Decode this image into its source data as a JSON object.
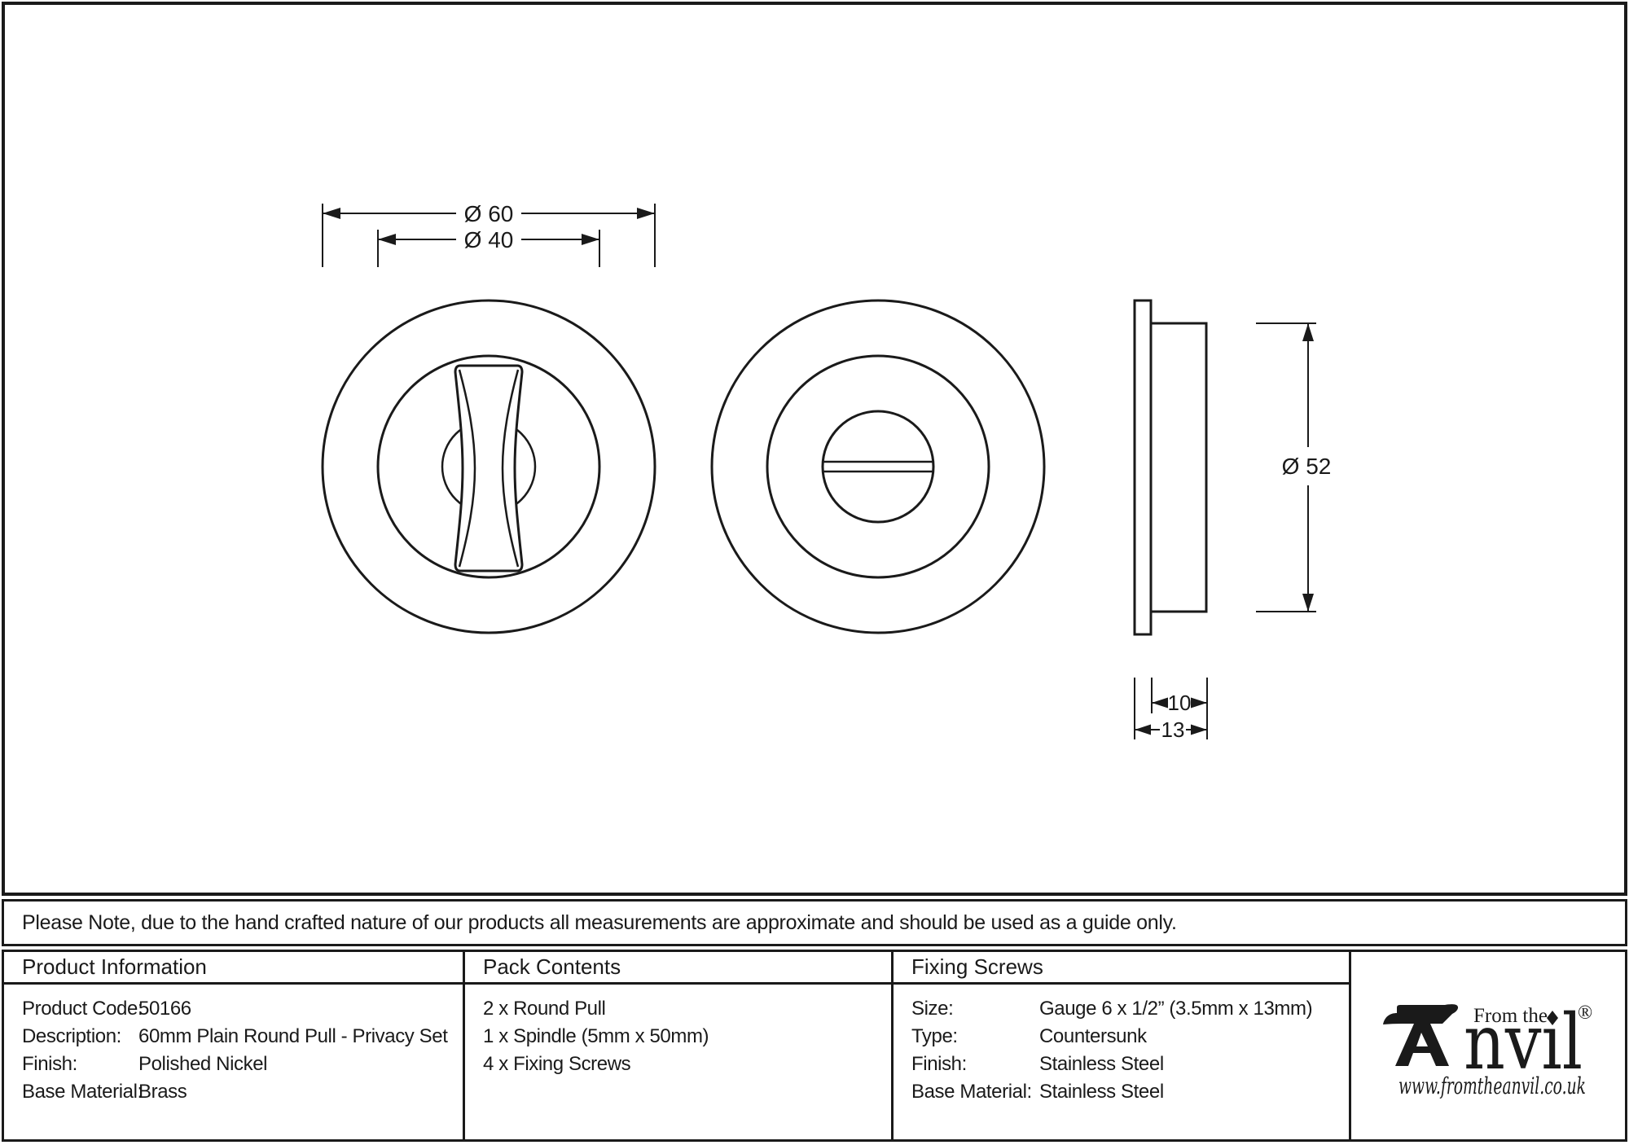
{
  "note": {
    "text": "Please Note, due to the hand crafted nature of our products all measurements are approximate and should be used as a guide only."
  },
  "drawing": {
    "dimensions": {
      "outer_diameter": "Ø 60",
      "inner_diameter": "Ø 40",
      "side_diameter": "Ø 52",
      "body_depth": "10",
      "total_depth": "13"
    }
  },
  "table": {
    "product_information": {
      "title": "Product Information",
      "rows": [
        {
          "label": "Product Code:",
          "value": "50166"
        },
        {
          "label": "Description:",
          "value": "60mm Plain Round Pull - Privacy Set"
        },
        {
          "label": "Finish:",
          "value": "Polished Nickel"
        },
        {
          "label": "Base Material:",
          "value": "Brass"
        }
      ]
    },
    "pack_contents": {
      "title": "Pack Contents",
      "items": [
        "2 x Round Pull",
        "1 x Spindle (5mm x 50mm)",
        "4 x Fixing Screws"
      ]
    },
    "fixing_screws": {
      "title": "Fixing Screws",
      "rows": [
        {
          "label": "Size:",
          "value": "Gauge 6 x 1/2” (3.5mm x 13mm)"
        },
        {
          "label": "Type:",
          "value": "Countersunk"
        },
        {
          "label": "Finish:",
          "value": "Stainless Steel"
        },
        {
          "label": "Base Material:",
          "value": "Stainless Steel"
        }
      ]
    }
  },
  "logo": {
    "from_the": "From the",
    "wordmark": "nvıl",
    "registered": "®",
    "website": "www.fromtheanvil.co.uk"
  },
  "colors": {
    "line": "#1a1a1a",
    "background": "#ffffff"
  }
}
